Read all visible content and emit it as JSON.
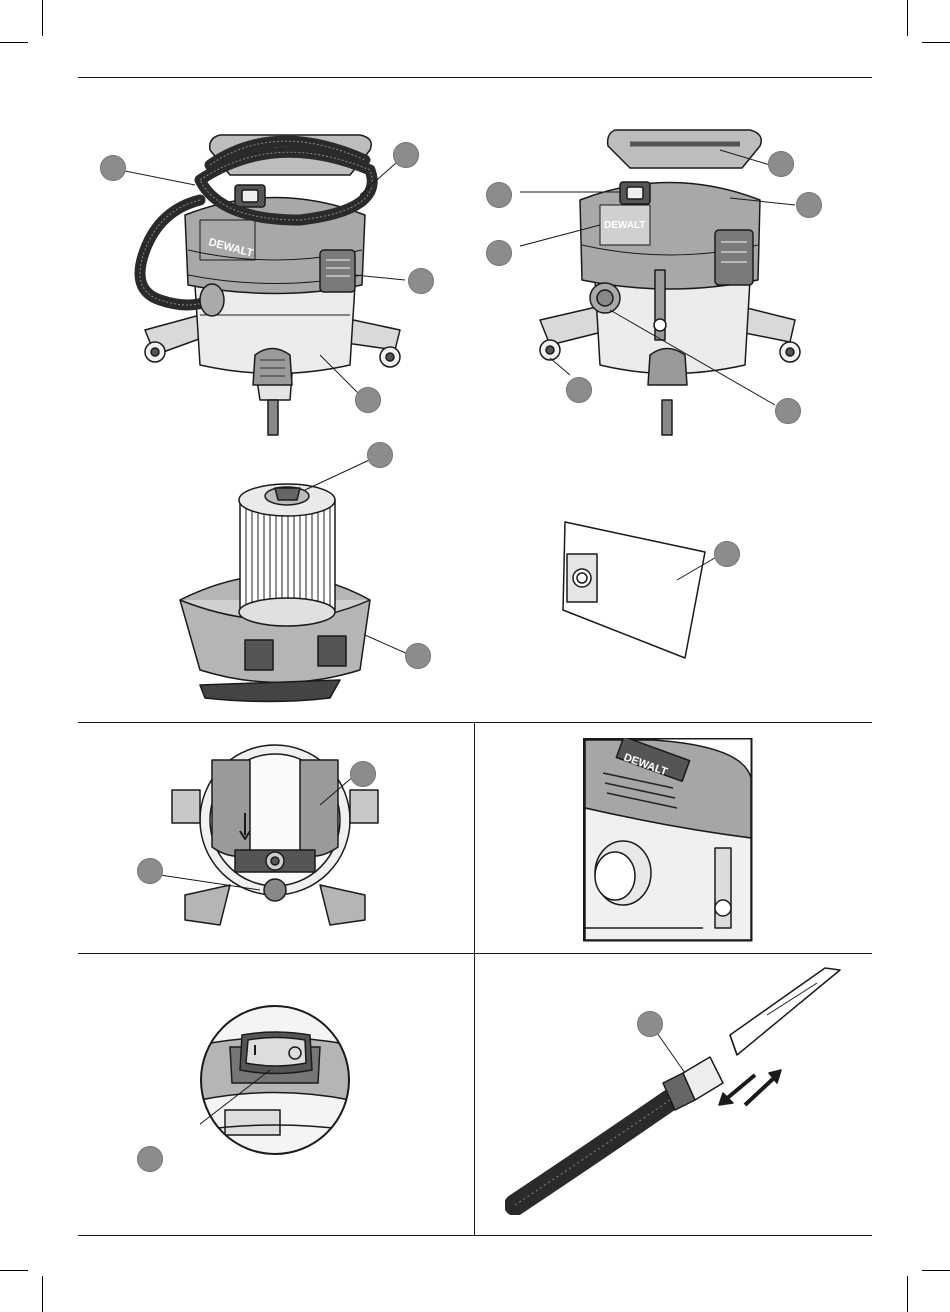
{
  "brand": {
    "logo_text": "DEWALT"
  },
  "figures": {
    "figA": {
      "name": "wet-dry-vac-front-with-hose"
    },
    "figB": {
      "name": "wet-dry-vac-rear-view"
    },
    "figC": {
      "name": "cartridge-filter-on-lid"
    },
    "figD": {
      "name": "dust-bag"
    },
    "figE": {
      "name": "tank-interior-top-view"
    },
    "figF": {
      "name": "hose-inlet-closeup"
    },
    "figG": {
      "name": "power-switch-closeup"
    },
    "figH": {
      "name": "hose-and-crevice-tool"
    }
  },
  "colors": {
    "line": "#1a1a1a",
    "body_gray": "#8f8f8f",
    "light_gray": "#cfcfcf",
    "mid_gray": "#b5b5b5",
    "callout": "#8c8c8c"
  }
}
